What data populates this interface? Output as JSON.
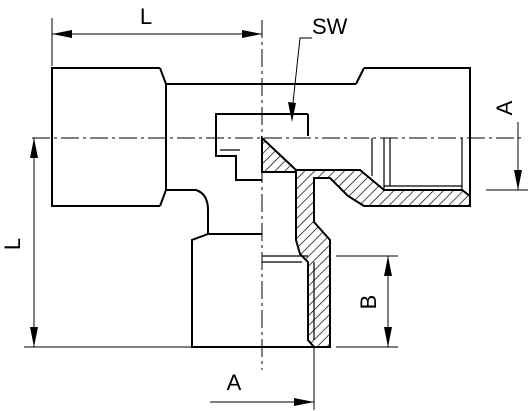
{
  "labels": {
    "length_top": "L",
    "length_left": "L",
    "wrench_size": "SW",
    "thread_right": "A",
    "thread_bottom": "A",
    "bore_depth": "B"
  }
}
